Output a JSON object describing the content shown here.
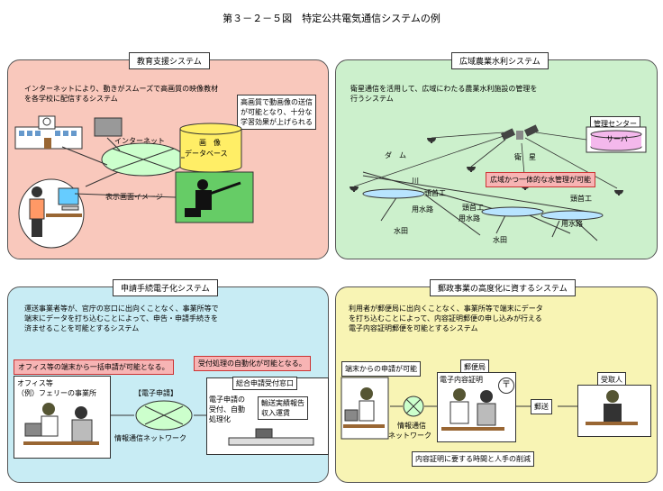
{
  "figure_title": "第３－２－５図　特定公共電気通信システムの例",
  "panels": {
    "education": {
      "title": "教育支援システム",
      "description": [
        "インターネットにより、動きがスムーズで高画質の映像教材",
        "を各学校に配信するシステム"
      ],
      "note": [
        "高画質で動画像の送信",
        "が可能となり、十分な",
        "学習効果が上げられる"
      ],
      "internet_label": "インターネット",
      "database_label": [
        "画　像",
        "データベース"
      ],
      "display_label": "表示画面イメージ",
      "colors": {
        "bg": "#f9c8bc",
        "db": "#ffee66",
        "net": "#ccffcc",
        "screen": "#66cc66"
      }
    },
    "agri": {
      "title": "広域農業水利システム",
      "description": [
        "衛星通信を活用して、広域にわたる農業水利施設の管理を",
        "行うシステム"
      ],
      "center_label": "管理センター",
      "server_label": "サーバ",
      "satellite_label": "衛　星",
      "dam_label": "ダ　ム",
      "river_label": "川",
      "unified_label": "広域かつ一体的な水管理が可能",
      "headworks": [
        "頭首工",
        "頭首工",
        "頭首工"
      ],
      "canals": [
        "用水路",
        "用水路",
        "用水路"
      ],
      "paddies": [
        "水田",
        "水田"
      ],
      "colors": {
        "bg": "#ccf0cc",
        "server": "#f4b8ec",
        "water": "#b8e4ff"
      }
    },
    "egov": {
      "title": "申請手続電子化システム",
      "description": [
        "運送事業者等が、官庁の窓口に出向くことなく、事業所等で",
        "端末にデータを打ち込むことによって、申告・申請手続きを",
        "済ませることを可能とするシステム"
      ],
      "batch_note": "オフィス等の端末から一括申請が可能となる。",
      "auto_note": "受付処理の自動化が可能となる。",
      "office_label": [
        "オフィス等",
        "（例）フェリーの事業所"
      ],
      "e_application": "【電子申請】",
      "counter_label": "総合申請受付窓口",
      "process_label": [
        "電子申請の",
        "受付、自動",
        "処理化"
      ],
      "record_label": [
        "輸送実績報告",
        "収入運賃"
      ],
      "network_label": "情報通信ネットワーク",
      "colors": {
        "bg": "#c8ecf4",
        "net": "#ccffcc"
      }
    },
    "postal": {
      "title": "郵政事業の高度化に資するシステム",
      "description": [
        "利用者が郵便局に出向くことなく、事業所等で端末にデータ",
        "を打ち込むことによって、内容証明郵便の申し込みが行える",
        "電子内容証明郵便を可能とするシステム"
      ],
      "terminal_label": "端末からの申請が可能",
      "post_office_label": "郵便局",
      "certified_label": "電子内容証明",
      "delivery_label": "郵送",
      "recipient_label": "受取人",
      "network_label": [
        "情報通信",
        "ネットワーク"
      ],
      "saving_label": "内容証明に要する時間と人手の削減",
      "postal_mark": "〒",
      "colors": {
        "bg": "#f8f4b4",
        "net": "#ccffcc"
      }
    }
  }
}
